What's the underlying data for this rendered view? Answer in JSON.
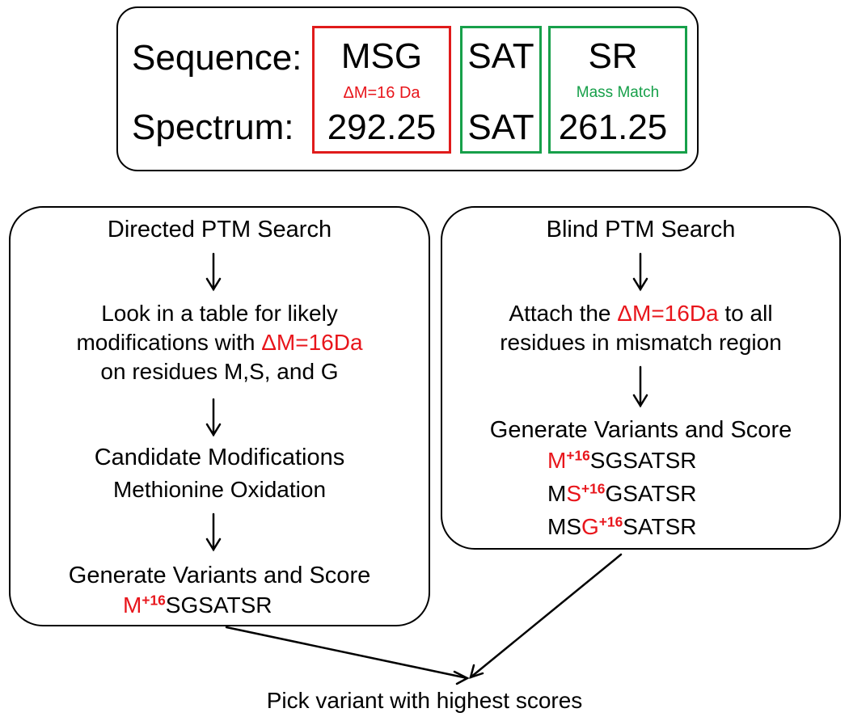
{
  "top": {
    "sequence_label": "Sequence:",
    "spectrum_label": "Spectrum:",
    "blocks": [
      {
        "seq": "MSG",
        "note": "ΔM=16 Da",
        "spec": "292.25",
        "status_color": "#e01b1b"
      },
      {
        "seq": "SAT",
        "note": "",
        "spec": "SAT",
        "status_color": "#17a04a"
      },
      {
        "seq": "SR",
        "note": "Mass Match",
        "spec": "261.25",
        "status_color": "#17a04a"
      }
    ]
  },
  "directed": {
    "title": "Directed PTM Search",
    "step1_line1": "Look in a table for likely",
    "step1_line2_pre": "modifications with ",
    "step1_line2_delta": "ΔM=16Da",
    "step1_line3": "on residues M,S, and G",
    "candidate_title": "Candidate Modifications",
    "candidate_value": "Methionine Oxidation",
    "generate_title": "Generate Variants and Score",
    "variant": {
      "res": "M",
      "mod": "+16",
      "rest": "SGSATSR"
    }
  },
  "blind": {
    "title": "Blind PTM Search",
    "step1_line1_pre": "Attach the ",
    "step1_line1_delta": "ΔM=16Da",
    "step1_line1_post": " to all",
    "step1_line2": "residues in mismatch region",
    "generate_title": "Generate Variants and Score",
    "variants": [
      {
        "pre": "",
        "res": "M",
        "mod": "+16",
        "rest": "SGSATSR"
      },
      {
        "pre": "M",
        "res": "S",
        "mod": "+16",
        "rest": "GSATSR"
      },
      {
        "pre": "MS",
        "res": "G",
        "mod": "+16",
        "rest": "SATSR"
      }
    ]
  },
  "result": "Pick variant with highest scores",
  "colors": {
    "highlight": "#e8151b",
    "match": "#17a04a",
    "line": "#000000"
  }
}
